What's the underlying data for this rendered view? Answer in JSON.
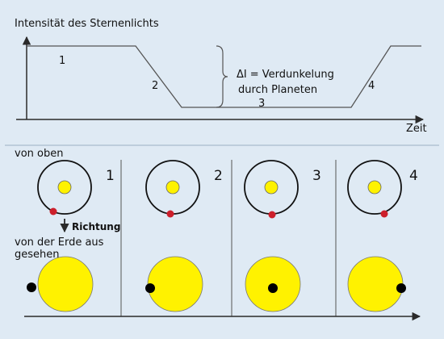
{
  "light_curve": {
    "ylabel": "Intensität des Sternenlichts",
    "xlabel": "Zeit",
    "phases": [
      "1",
      "2",
      "3",
      "4"
    ],
    "depth_label": {
      "symbol": "ΔI",
      "line1": "= Verdunkelung",
      "line2": "durch Planeten"
    }
  },
  "top_view": {
    "title": "von oben",
    "panels": [
      "1",
      "2",
      "3",
      "4"
    ],
    "direction_label": "Richtung"
  },
  "earth_view": {
    "title_line1": "von der Erde aus",
    "title_line2": "gesehen"
  },
  "colors": {
    "background": "#dfeaf4",
    "star": "#fff200",
    "planet_top": "#cc1f2b",
    "planet_front": "#000000",
    "line": "#2a2a2a",
    "curve": "#555555"
  }
}
